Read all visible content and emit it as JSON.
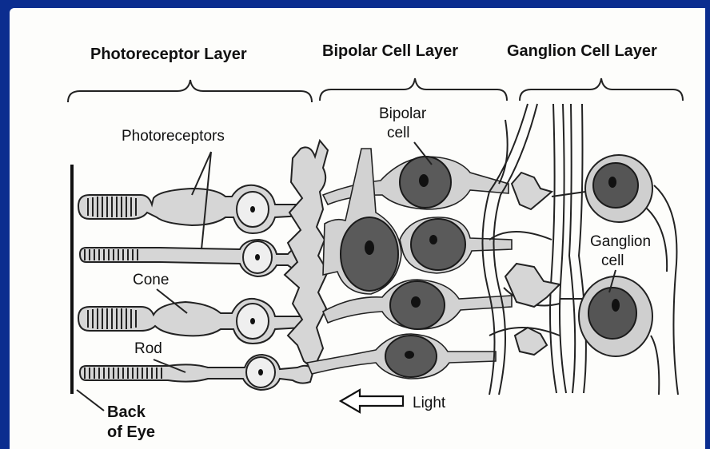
{
  "headers": {
    "photoreceptor_layer": "Photoreceptor Layer",
    "bipolar_layer": "Bipolar Cell Layer",
    "ganglion_layer": "Ganglion Cell Layer"
  },
  "labels": {
    "photoreceptors": "Photoreceptors",
    "bipolar_line1": "Bipolar",
    "bipolar_line2": "cell",
    "cone": "Cone",
    "rod": "Rod",
    "ganglion_line1": "Ganglion",
    "ganglion_line2": "cell",
    "back_line1": "Back",
    "back_line2": "of Eye",
    "light": "Light"
  },
  "colors": {
    "background_frame": "#0b2d8f",
    "panel": "#fdfdfb"
  }
}
